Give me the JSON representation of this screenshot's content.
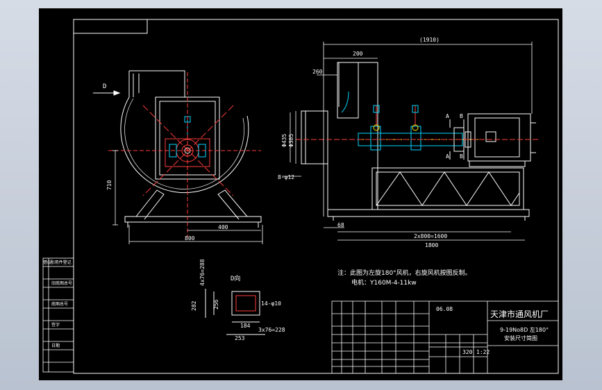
{
  "drawing": {
    "dims": {
      "d1910": "(1910)",
      "d200": "200",
      "d260": "260",
      "d710": "710",
      "d400": "400",
      "d800": "800",
      "d435": "Φ435",
      "d385": "Φ385",
      "holes8": "8-φ12",
      "d68": "68",
      "d2x800": "2x800=1600",
      "d1800": "1800",
      "d4x76": "4x76=288",
      "d282": "282",
      "d256": "256",
      "d14holes": "14-φ10",
      "d184": "184",
      "d253": "253",
      "d3x76": "3x76=228"
    },
    "labels": {
      "view_d": "D",
      "section_a1": "A",
      "section_a2": "A",
      "section_b1": "B",
      "section_b2": "B",
      "view_d_title": "D向"
    },
    "notes": {
      "note1": "注：此图为左旋180°风机，右旋风机按图反制。",
      "note2": "电机：Y160M-4-11kw"
    },
    "title_block": {
      "company": "天津市通风机厂",
      "model": "9-19No8D 左180°",
      "title": "安装尺寸简图",
      "date": "06.08",
      "weight": "320",
      "scale": "1:22"
    },
    "side_table": {
      "rows": [
        "借(通)用件登记",
        "",
        "旧底图总号",
        "",
        "底图总号",
        "",
        "签字",
        "",
        "日期"
      ]
    }
  },
  "colors": {
    "background": "#000000",
    "line": "#ffffff",
    "dim": "#ff3c3c",
    "accent": "#00d7ff",
    "yellow": "#ffea00",
    "frame": "#c9d0db"
  }
}
